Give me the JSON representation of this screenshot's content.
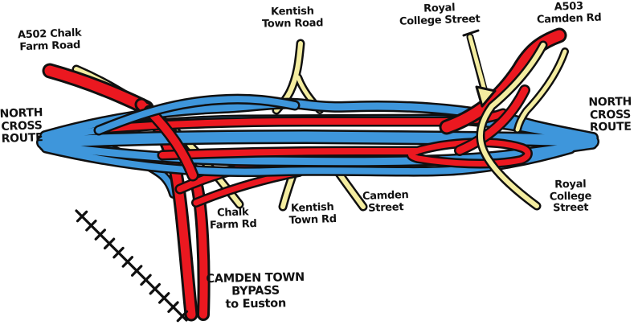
{
  "map_title": "North Cross Route / Camden Town Bypass hand-drawn scheme map",
  "colors": {
    "background": "#ffffff",
    "road_blue": "#3e96db",
    "road_red": "#eb1820",
    "road_yellow": "#f4eda0",
    "outline": "#101010",
    "text": "#111111"
  },
  "labels": {
    "a502_chalk_farm_road": {
      "lines": [
        "A502 Chalk",
        "Farm Road"
      ]
    },
    "north_cross_route_left": {
      "lines": [
        "NORTH",
        "CROSS",
        "ROUTE"
      ]
    },
    "kentish_town_road": {
      "lines": [
        "Kentish",
        "Town Road"
      ]
    },
    "royal_college_street_top": {
      "lines": [
        "Royal",
        "College Street"
      ]
    },
    "a503_camden_rd": {
      "lines": [
        "A503",
        "Camden Rd"
      ]
    },
    "north_cross_route_right": {
      "lines": [
        "NORTH",
        "CROSS",
        "ROUTE"
      ]
    },
    "chalk_farm_rd": {
      "lines": [
        "Chalk",
        "Farm Rd"
      ]
    },
    "kentish_town_rd": {
      "lines": [
        "Kentish",
        "Town Rd"
      ]
    },
    "camden_street": {
      "lines": [
        "Camden",
        "Street"
      ]
    },
    "royal_college_street_right": {
      "lines": [
        "Royal",
        "College",
        "Street"
      ]
    },
    "camden_town_bypass": {
      "lines": [
        "CAMDEN TOWN",
        "BYPASS",
        "to Euston"
      ]
    }
  },
  "road_semantics": {
    "blue": "North Cross Route motorway lanes",
    "red": "New bypass / trunk roads (A502, A503, Camden Town Bypass)",
    "yellow": "Existing local streets",
    "railway": "railway line (hatched)"
  }
}
